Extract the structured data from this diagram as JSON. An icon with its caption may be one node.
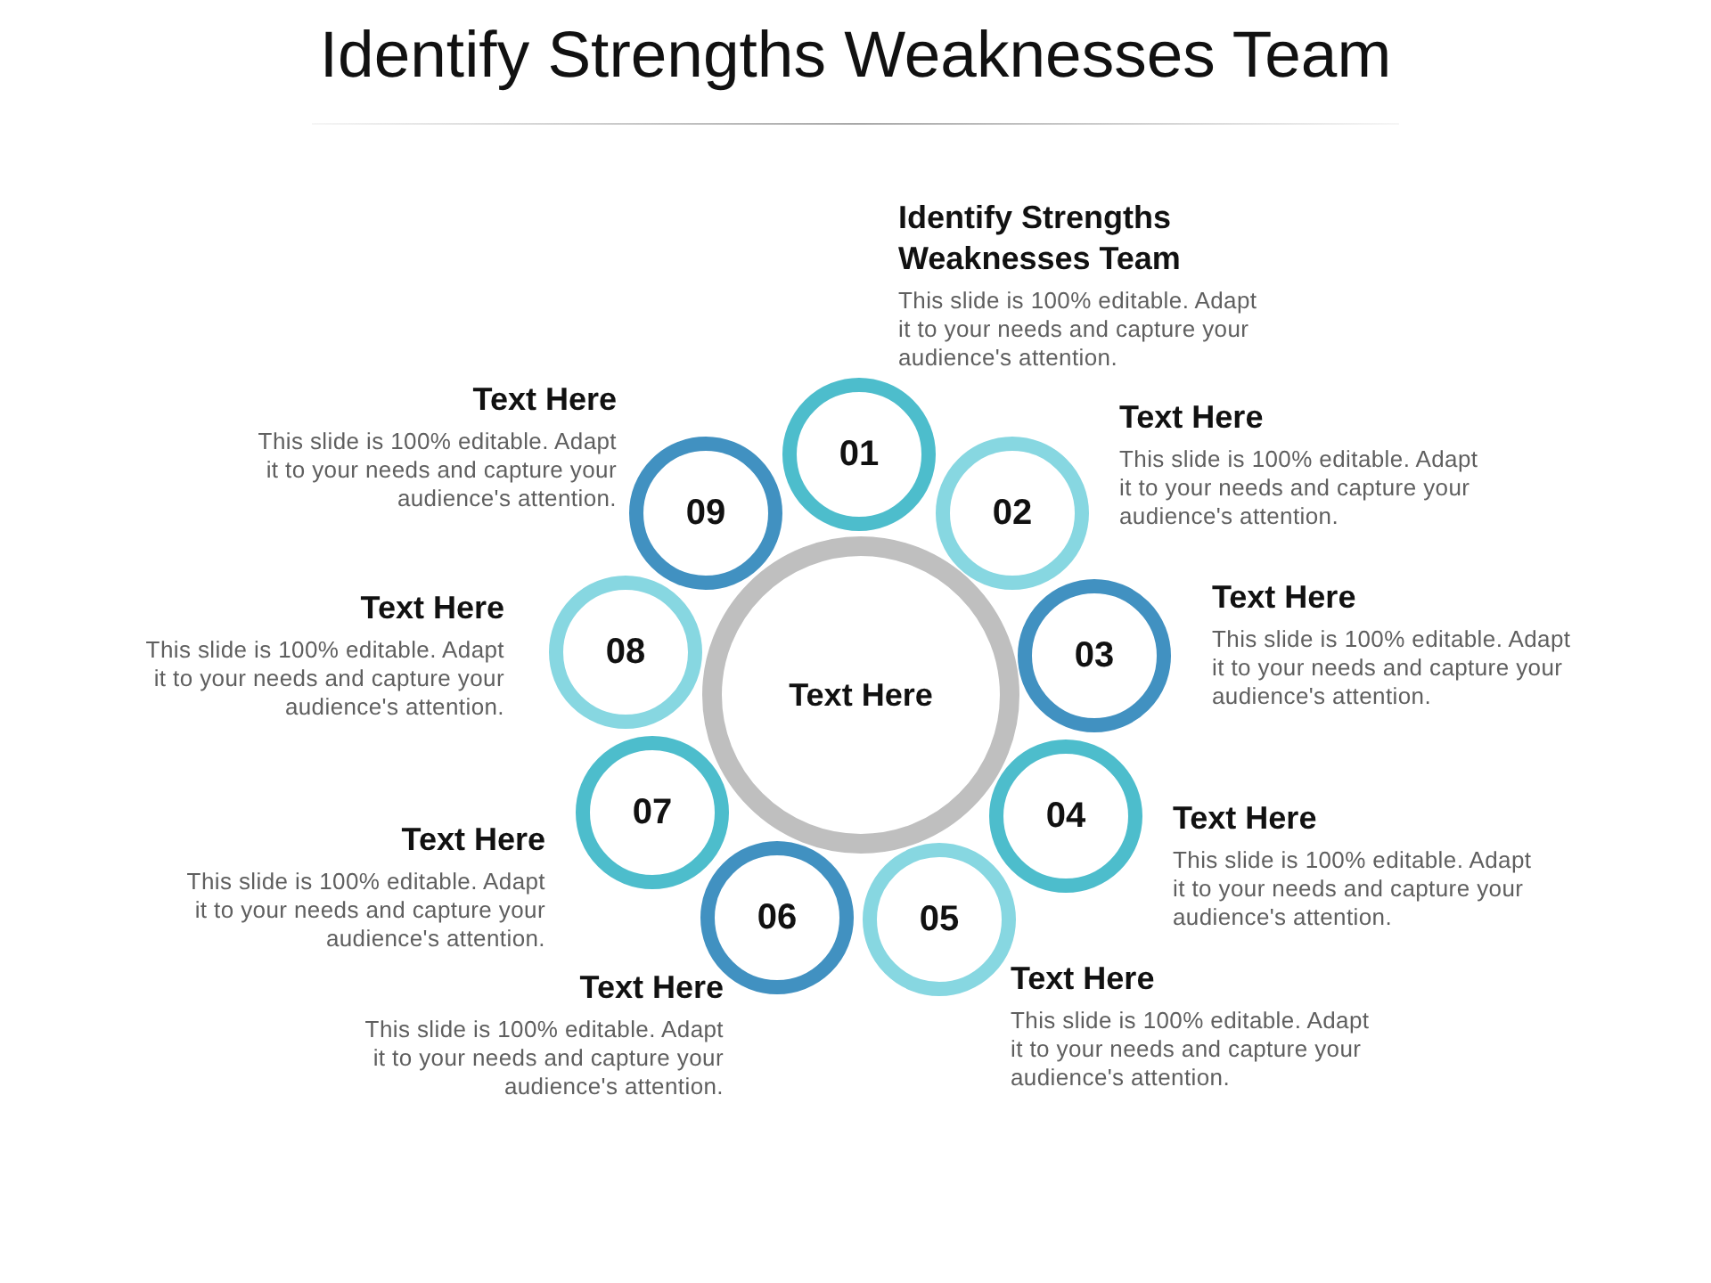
{
  "diagram": {
    "title": "Identify Strengths Weaknesses Team",
    "nodes": [
      {
        "text": [
          "Text Here"
        ]
      },
      {
        "text": [
          "01"
        ],
        "beside": [
          "Identify Strengths Weaknesses Team",
          "This slide is 100% editable. Adapt it to your needs and capture your audience's attention."
        ]
      },
      {
        "text": [
          "02"
        ],
        "beside": [
          "Text Here",
          "This slide is 100% editable. Adapt it to your needs and capture your audience's attention."
        ]
      },
      {
        "text": [
          "03"
        ],
        "beside": [
          "Text Here",
          "This slide is 100% editable. Adapt it to your needs and capture your audience's attention."
        ]
      },
      {
        "text": [
          "04"
        ],
        "beside": [
          "Text Here",
          "This slide is 100% editable. Adapt it to your needs and capture your audience's attention."
        ]
      },
      {
        "text": [
          "05"
        ],
        "beside": [
          "Text Here",
          "This slide is 100% editable. Adapt it to your needs and capture your audience's attention."
        ]
      },
      {
        "text": [
          "06"
        ],
        "beside": [
          "Text Here",
          "This slide is 100% editable. Adapt it to your needs and capture your audience's attention."
        ]
      },
      {
        "text": [
          "07"
        ],
        "beside": [
          "Text Here",
          "This slide is 100% editable. Adapt it to your needs and capture your audience's attention."
        ]
      },
      {
        "text": [
          "08"
        ],
        "beside": [
          "Text Here",
          "This slide is 100% editable. Adapt it to your needs and capture your audience's attention."
        ]
      },
      {
        "text": [
          "09"
        ],
        "beside": [
          "Text Here",
          "This slide is 100% editable. Adapt it to your needs and capture your audience's attention."
        ]
      }
    ]
  }
}
